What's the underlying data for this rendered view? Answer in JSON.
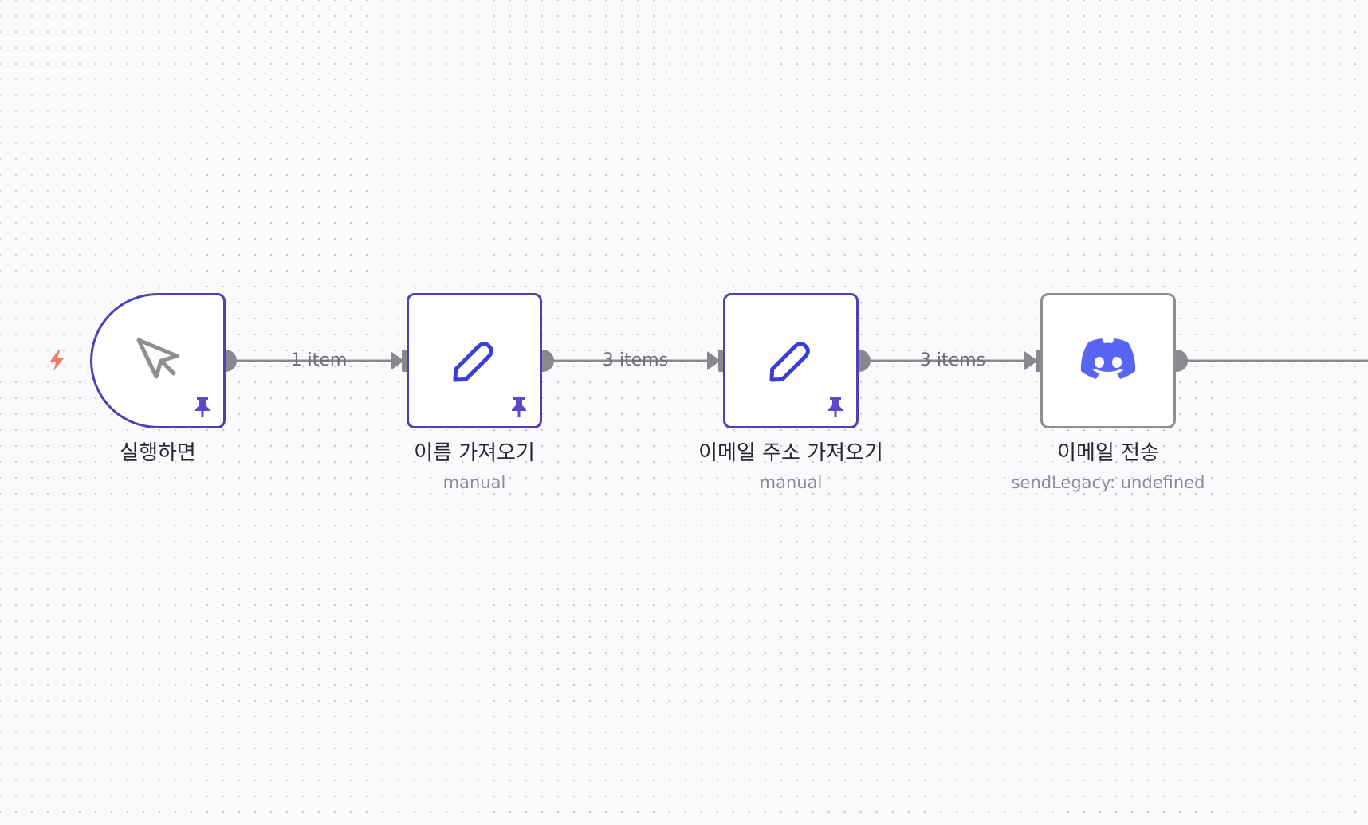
{
  "workflow": {
    "trigger_indicator": "lightning-bolt-icon",
    "nodes": [
      {
        "id": "trigger",
        "name": "실행하면",
        "subtitle": "",
        "icon": "mouse-pointer-icon",
        "pinned": true
      },
      {
        "id": "get-name",
        "name": "이름 가져오기",
        "subtitle": "manual",
        "icon": "pencil-icon",
        "pinned": true
      },
      {
        "id": "get-email",
        "name": "이메일 주소 가져오기",
        "subtitle": "manual",
        "icon": "pencil-icon",
        "pinned": true
      },
      {
        "id": "send-email",
        "name": "이메일 전송",
        "subtitle": "sendLegacy: undefined",
        "icon": "discord-icon",
        "pinned": false
      }
    ],
    "connections": [
      {
        "from": "trigger",
        "to": "get-name",
        "label": "1 item"
      },
      {
        "from": "get-name",
        "to": "get-email",
        "label": "3 items"
      },
      {
        "from": "get-email",
        "to": "send-email",
        "label": "3 items"
      }
    ]
  },
  "colors": {
    "canvas_background": "#fafafd",
    "node_border_active": "#4b42b8",
    "node_border_default": "#8e8e93",
    "pencil_icon": "#3a3ed6",
    "discord_brand": "#5865f2",
    "trigger_bolt": "#f27d63",
    "pin_icon": "#5a49c8",
    "connector": "#88888e"
  }
}
